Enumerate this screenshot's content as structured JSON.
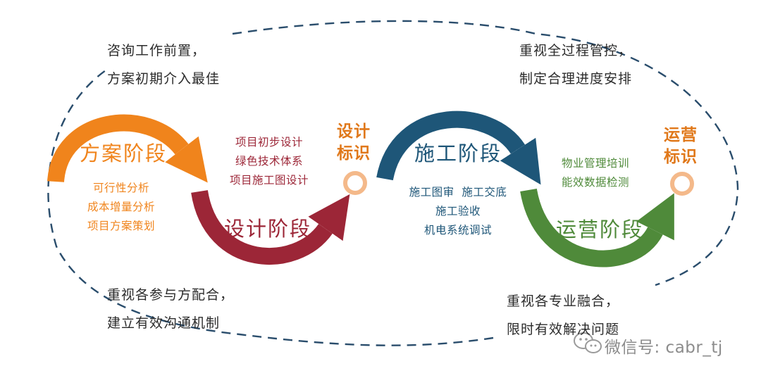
{
  "notes": {
    "top_left": [
      "咨询工作前置，",
      "方案初期介入最佳"
    ],
    "top_right": [
      "重视全过程管控，",
      "制定合理进度安排"
    ],
    "bottom_left": [
      "重视各参与方配合，",
      "建立有效沟通机制"
    ],
    "bottom_right": [
      "重视各专业融合，",
      "限时有效解决问题"
    ]
  },
  "stages": [
    {
      "title": "方案阶段",
      "color": "#f0841c",
      "items": [
        "可行性分析",
        "成本增量分析",
        "项目方案策划"
      ]
    },
    {
      "title": "设计阶段",
      "color": "#9c2637",
      "items": [
        "项目初步设计",
        "绿色技术体系",
        "项目施工图设计"
      ]
    },
    {
      "title": "施工阶段",
      "color": "#1e5678",
      "items": [
        "施工图审  施工交底",
        "施工验收",
        "机电系统调试"
      ]
    },
    {
      "title": "运营阶段",
      "color": "#4f8a3a",
      "items": [
        "物业管理培训",
        "能效数据检测"
      ]
    }
  ],
  "milestones": [
    {
      "label": [
        "设计",
        "标识"
      ],
      "color": "#e0781a",
      "ring_color": "#f4b98a"
    },
    {
      "label": [
        "运营",
        "标识"
      ],
      "color": "#e0781a",
      "ring_color": "#f4b98a"
    }
  ],
  "outline_color": "#2a4d6c",
  "watermark": {
    "text": "微信号: cabr_tj",
    "icon": "wechat-icon"
  }
}
